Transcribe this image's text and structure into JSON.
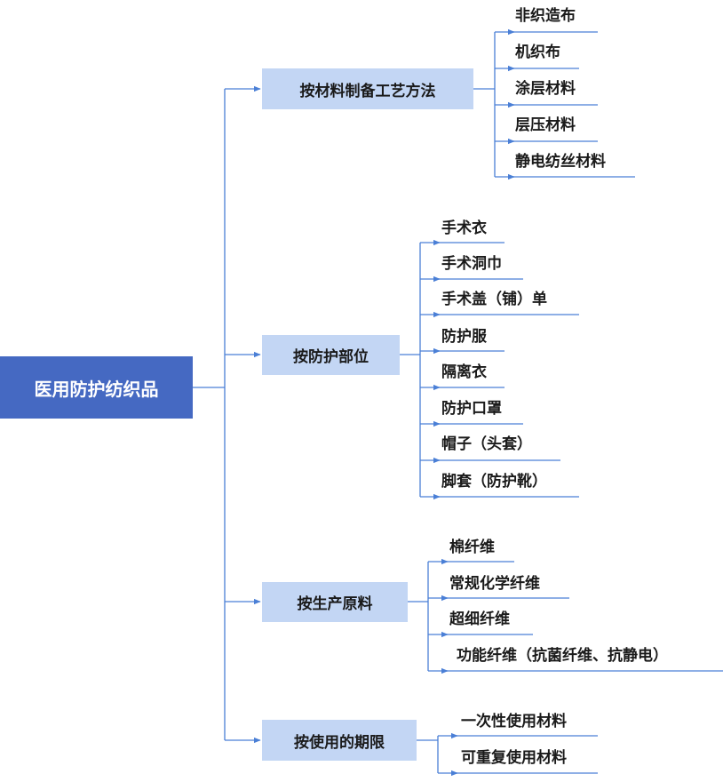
{
  "root": {
    "label": "医用防护纺织品"
  },
  "categories": [
    {
      "label": "按材料制备工艺方法",
      "items": [
        "非织造布",
        "机织布",
        "涂层材料",
        "层压材料",
        "静电纺丝材料"
      ]
    },
    {
      "label": "按防护部位",
      "items": [
        "手术衣",
        "手术洞巾",
        "手术盖（铺）单",
        "防护服",
        "隔离衣",
        "防护口罩",
        "帽子（头套）",
        "脚套（防护靴）"
      ]
    },
    {
      "label": "按生产原料",
      "items": [
        "棉纤维",
        "常规化学纤维",
        "超细纤维",
        "功能纤维（抗菌纤维、抗静电）"
      ]
    },
    {
      "label": "按使用的期限",
      "items": [
        "一次性使用材料",
        "可重复使用材料"
      ]
    }
  ],
  "colors": {
    "root_fill": "#4569c2",
    "category_fill": "#c3d6f4",
    "connector": "#4a7fd6"
  }
}
